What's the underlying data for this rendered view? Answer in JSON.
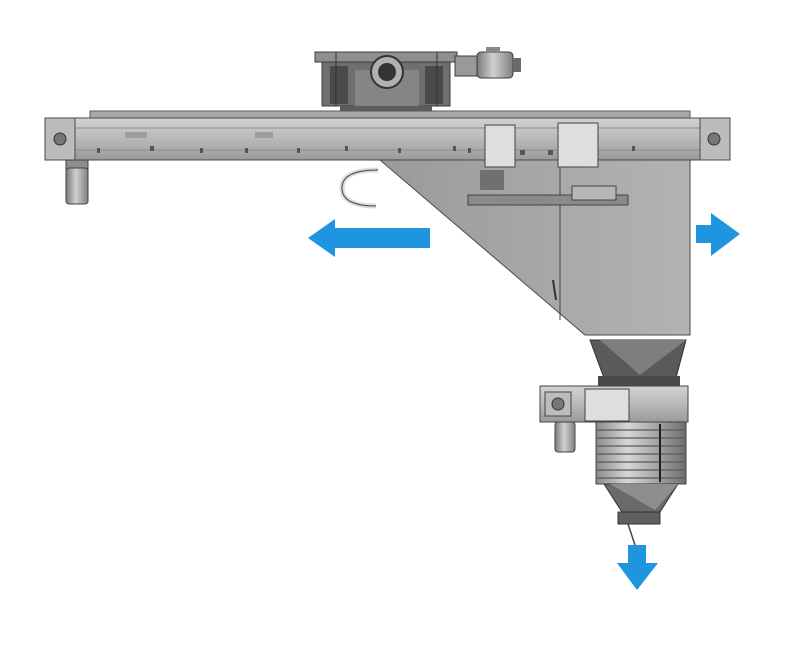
{
  "diagram": {
    "subject": "telescopic-loading-spout-machine",
    "colors": {
      "arrow": "#1f95e0",
      "body_light": "#c4c4c4",
      "body_mid": "#a8a8a8",
      "body_dark": "#7a7a7a",
      "body_darker": "#555555",
      "outline": "#3c3c3c",
      "box": "#dcdcdc"
    },
    "arrows": [
      {
        "id": "arrow-left",
        "direction": "left"
      },
      {
        "id": "arrow-right",
        "direction": "right"
      },
      {
        "id": "arrow-down",
        "direction": "down"
      }
    ],
    "icons": [
      "drive-motor-icon",
      "gear-motor-icon"
    ]
  }
}
